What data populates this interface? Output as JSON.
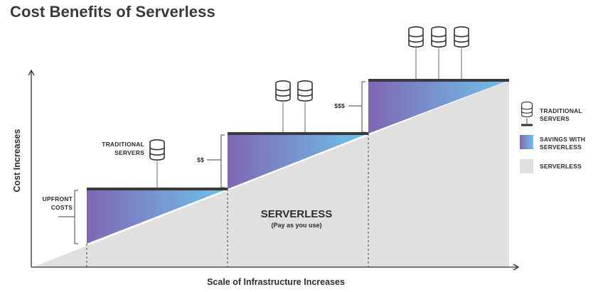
{
  "title": "Cost Benefits of Serverless",
  "axes": {
    "x_label": "Scale of Infrastructure Increases",
    "y_label": "Cost Increases"
  },
  "annotations": {
    "upfront_costs": [
      "UPFRONT",
      "COSTS"
    ],
    "traditional_servers": [
      "TRADITIONAL",
      "SERVERS"
    ],
    "step2_cost": "$$",
    "step3_cost": "$$$",
    "serverless_center": "SERVERLESS",
    "serverless_center_sub": "(Pay as you use)"
  },
  "steps": [
    {
      "cost": "",
      "servers": 1
    },
    {
      "cost": "$$",
      "servers": 2
    },
    {
      "cost": "$$$",
      "servers": 3
    }
  ],
  "legend": {
    "traditional_servers": [
      "TRADITIONAL",
      "SERVERS"
    ],
    "savings": [
      "SAVINGS WITH",
      "SERVERLESS"
    ],
    "serverless": "SERVERLESS"
  },
  "colors": {
    "serverless_fill": "#e0e0e0",
    "savings_gradient_start": "#7f67b4",
    "savings_gradient_end": "#6ec3ea",
    "traditional_line": "#3a3a3a"
  }
}
